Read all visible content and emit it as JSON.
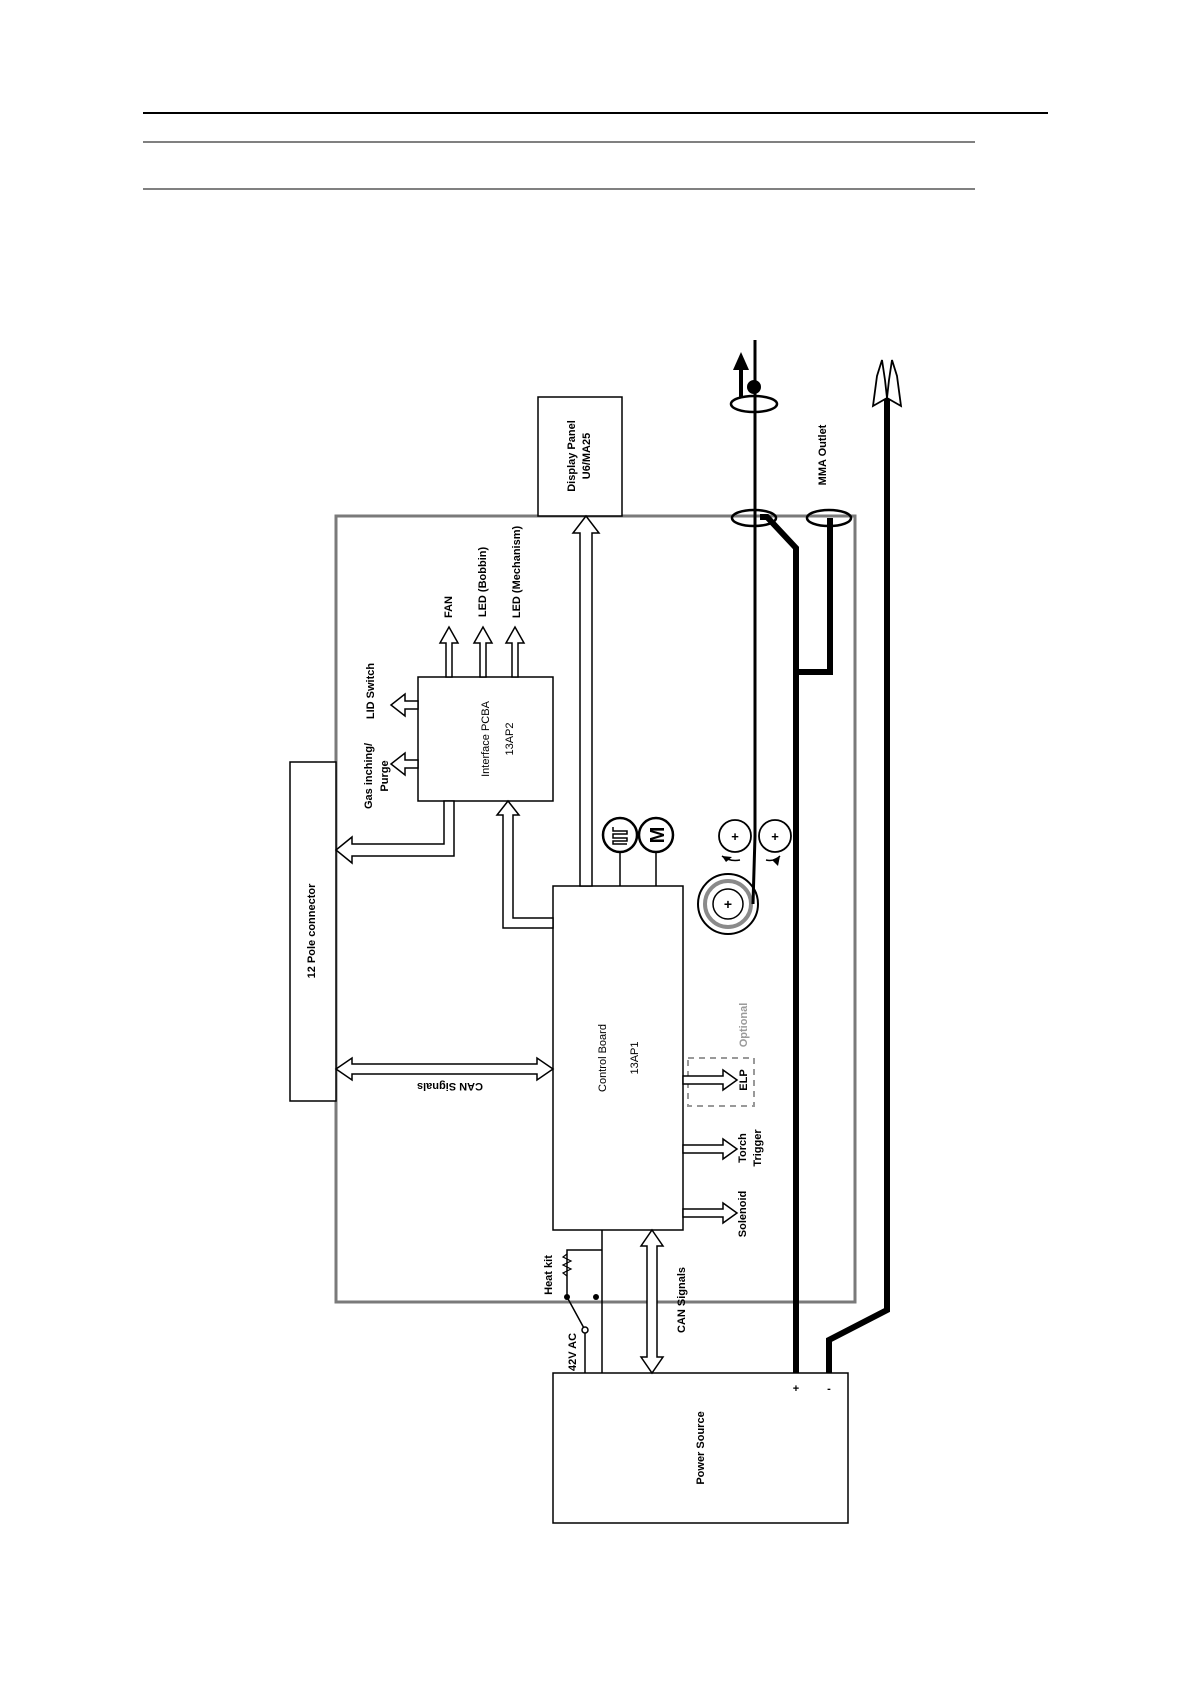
{
  "blocks": {
    "power_source": "Power Source",
    "control_board_line1": "Control Board",
    "control_board_line2": "13AP1",
    "interface_line1": "Interface PCBA",
    "interface_line2": "13AP2",
    "display_line1": "Display Panel",
    "display_line2": "U6/MA25",
    "connector": "12 Pole connector"
  },
  "signals": {
    "can_top": "CAN Signals",
    "can_bottom": "CAN Signals",
    "voltage": "42V AC",
    "heat_kit": "Heat kit",
    "fan": "FAN",
    "led_bobbin": "LED (Bobbin)",
    "led_mechanism": "LED (Mechanism)",
    "lid_switch": "LID Switch",
    "gas_line1": "Gas inching/",
    "gas_line2": "Purge",
    "elp": "ELP",
    "optional": "Optional",
    "torch_line1": "Torch",
    "torch_line2": "Trigger",
    "solenoid": "Solenoid",
    "mma_outlet": "MMA Outlet",
    "plus": "+",
    "minus": "-"
  },
  "symbols": {
    "motor": "M"
  },
  "icons": [
    "encoder-icon",
    "motor-icon",
    "wire-spool-icon",
    "feed-roll-icon",
    "electrode-holder-icon",
    "resistor-icon",
    "switch-icon"
  ]
}
